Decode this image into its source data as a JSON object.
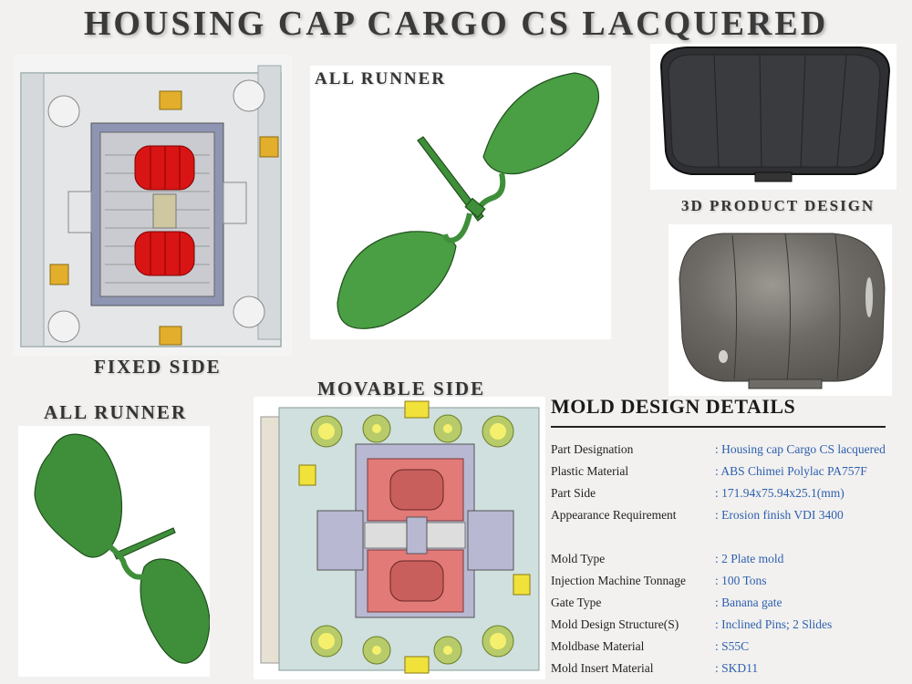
{
  "page": {
    "title": "HOUSING CAP CARGO CS LACQUERED"
  },
  "labels": {
    "all_runner_top": "ALL RUNNER",
    "fixed_side": "FIXED SIDE",
    "product_design": "3D PRODUCT DESIGN",
    "movable_side": "MOVABLE SIDE",
    "all_runner_bottom": "ALL RUNNER"
  },
  "images": {
    "fixed_side": "fixed-side-mold-render",
    "all_runner_top": "green-runner-render",
    "product_back": "dark-grey-product-back-render",
    "product_front": "grey-product-front-render",
    "movable_side": "movable-side-mold-render",
    "all_runner_bottom": "green-runner-render-alt"
  },
  "colors": {
    "accent_blue": "#2d5fb0",
    "runner_green": "#3f8f3a",
    "cavity_red": "#d81e1e",
    "core_pink": "#e27a78",
    "slide_yellow": "#e6b320"
  },
  "details": {
    "heading": "MOLD DESIGN DETAILS",
    "group1": [
      {
        "key": "Part Designation",
        "value": ": Housing cap Cargo CS lacquered"
      },
      {
        "key": "Plastic Material",
        "value": ": ABS Chimei Polylac PA757F"
      },
      {
        "key": "Part Side",
        "value": ": 171.94x75.94x25.1(mm)"
      },
      {
        "key": "Appearance Requirement",
        "value": ": Erosion finish VDI 3400"
      }
    ],
    "group2": [
      {
        "key": "Mold Type",
        "value": ": 2 Plate mold"
      },
      {
        "key": "Injection Machine Tonnage",
        "value": ": 100 Tons"
      },
      {
        "key": "Gate Type",
        "value": ": Banana gate"
      },
      {
        "key": "Mold Design Structure(S)",
        "value": ": Inclined Pins; 2 Slides"
      },
      {
        "key": "Moldbase Material",
        "value": ": S55C"
      },
      {
        "key": "Mold Insert Material",
        "value": ": SKD11"
      }
    ]
  }
}
